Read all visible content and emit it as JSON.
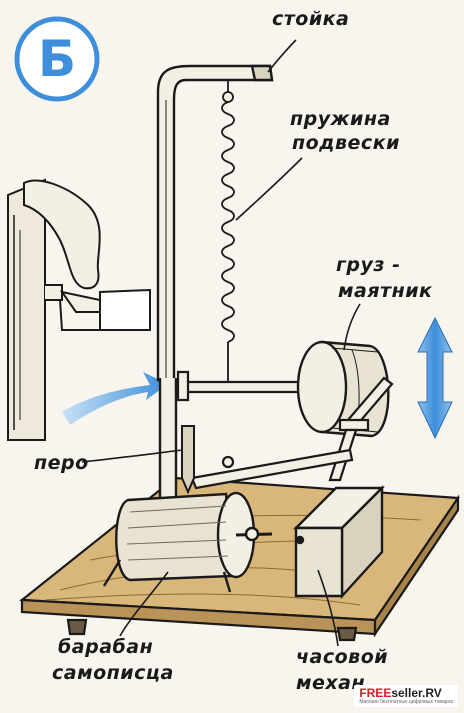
{
  "badge": {
    "letter": "Б"
  },
  "labels": {
    "stand": "стойка",
    "spring_line1": "пружина",
    "spring_line2": "подвески",
    "weight_line1": "груз -",
    "weight_line2": "маятник",
    "pen": "перо",
    "drum_line1": "барабан",
    "drum_line2": "самописца",
    "clock_line1": "часовой",
    "clock_line2": "механ"
  },
  "watermark": {
    "brand_red": "FREE",
    "brand_rest": "seller.RV",
    "subtitle": "Магазин бесплатных цифровых товаров"
  },
  "colors": {
    "ink": "#1a1a1a",
    "accent_blue": "#3d8edb",
    "board": "#d9b77a",
    "paper": "#f7f5ee"
  }
}
